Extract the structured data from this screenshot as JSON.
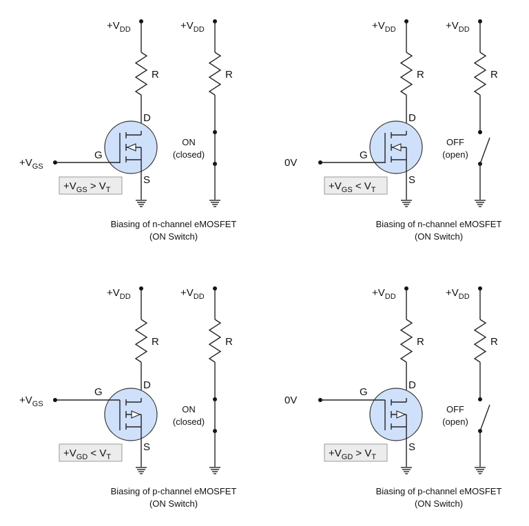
{
  "panels": [
    {
      "vdd": [
        "+V",
        "DD"
      ],
      "r": "R",
      "d": "D",
      "s": "S",
      "g": "G",
      "input": [
        "+V",
        "GS"
      ],
      "cond": [
        "+V",
        "GS",
        " > V",
        "T"
      ],
      "state": [
        "ON",
        "(closed)"
      ],
      "switch_closed": true,
      "channel": "n",
      "caption": [
        "Biasing of n-channel eMOSFET",
        "(ON Switch)"
      ]
    },
    {
      "vdd": [
        "+V",
        "DD"
      ],
      "r": "R",
      "d": "D",
      "s": "S",
      "g": "G",
      "input": [
        "0V",
        ""
      ],
      "cond": [
        "+V",
        "GS",
        " < V",
        "T"
      ],
      "state": [
        "OFF",
        "(open)"
      ],
      "switch_closed": false,
      "channel": "n",
      "caption": [
        "Biasing of n-channel eMOSFET",
        "(ON Switch)"
      ]
    },
    {
      "vdd": [
        "+V",
        "DD"
      ],
      "r": "R",
      "d": "D",
      "s": "S",
      "g": "G",
      "input": [
        "+V",
        "GS"
      ],
      "cond": [
        "+V",
        "GD",
        " < V",
        "T"
      ],
      "state": [
        "ON",
        "(closed)"
      ],
      "switch_closed": true,
      "channel": "p",
      "caption": [
        "Biasing of p-channel eMOSFET",
        "(ON Switch)"
      ]
    },
    {
      "vdd": [
        "+V",
        "DD"
      ],
      "r": "R",
      "d": "D",
      "s": "S",
      "g": "G",
      "input": [
        "0V",
        ""
      ],
      "cond": [
        "+V",
        "GD",
        " > V",
        "T"
      ],
      "state": [
        "OFF",
        "(open)"
      ],
      "switch_closed": false,
      "channel": "p",
      "caption": [
        "Biasing of p-channel eMOSFET",
        "(ON Switch)"
      ]
    }
  ]
}
